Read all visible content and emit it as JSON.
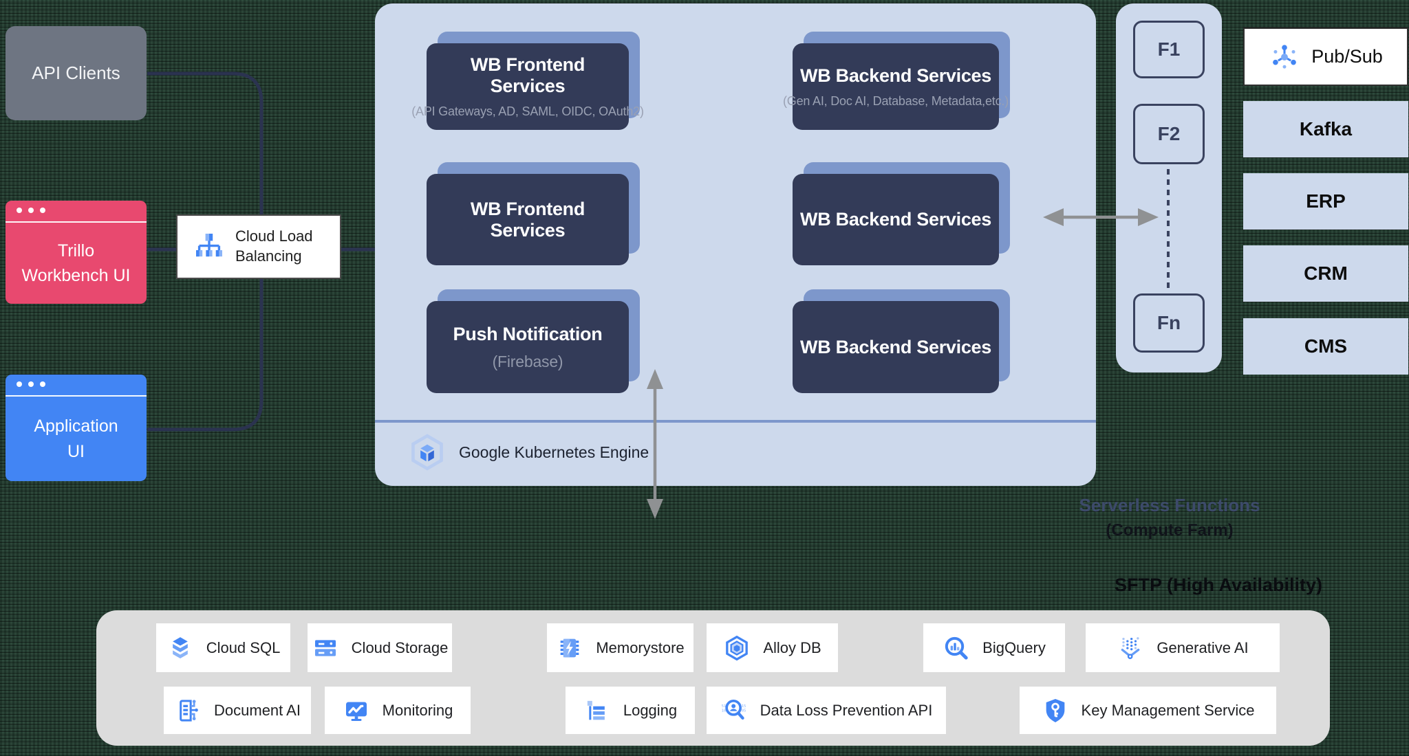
{
  "colors": {
    "background_green": "#2e4a3c",
    "cluster_blue": "#cdd9ec",
    "card_navy": "#333b58",
    "card_shadow_periwinkle": "#7d97cb",
    "accent_blue": "#4285f4",
    "client_gray": "#6e7582",
    "client_pink": "#e8496f",
    "client_blue": "#4285f4",
    "connector_navy": "#2b3350",
    "arrow_gray": "#8f9193",
    "panel_gray": "#dcdcdc"
  },
  "clients": {
    "api": "API Clients",
    "trillo_line1": "Trillo",
    "trillo_line2": "Workbench UI",
    "app_line1": "Application",
    "app_line2": "UI"
  },
  "load_balancer": {
    "label": "Cloud Load Balancing",
    "icon": "cloud-load-balancing-icon"
  },
  "cluster": {
    "platform_label": "Google Kubernetes Engine",
    "platform_icon": "gke-icon",
    "cards": [
      {
        "title": "WB Frontend Services",
        "subtitle": "(API Gateways, AD, SAML, OIDC, OAuth2)"
      },
      {
        "title": "WB Backend Services",
        "subtitle": "(Gen AI, Doc AI, Database, Metadata,etc.)"
      },
      {
        "title": "WB Frontend Services"
      },
      {
        "title": "WB Backend Services"
      },
      {
        "title": "Push Notification",
        "subtitle": "(Firebase)"
      },
      {
        "title": "WB Backend Services"
      }
    ]
  },
  "serverless": {
    "f1": "F1",
    "f2": "F2",
    "fn": "Fn",
    "title": "Serverless Functions",
    "subtitle": "(Compute Farm)"
  },
  "external": [
    {
      "label": "Pub/Sub",
      "icon": "pubsub-icon"
    },
    {
      "label": "Kafka"
    },
    {
      "label": "ERP"
    },
    {
      "label": "CRM"
    },
    {
      "label": "CMS"
    }
  ],
  "sftp_label": "SFTP (High Availability)",
  "services_row1": [
    {
      "label": "Cloud SQL",
      "icon": "cloud-sql-icon"
    },
    {
      "label": "Cloud Storage",
      "icon": "cloud-storage-icon"
    },
    {
      "label": "Memorystore",
      "icon": "memorystore-icon"
    },
    {
      "label": "Alloy DB",
      "icon": "alloydb-icon"
    },
    {
      "label": "BigQuery",
      "icon": "bigquery-icon"
    },
    {
      "label": "Generative AI",
      "icon": "generative-ai-icon"
    }
  ],
  "services_row2": [
    {
      "label": "Document AI",
      "icon": "document-ai-icon"
    },
    {
      "label": "Monitoring",
      "icon": "monitoring-icon"
    },
    {
      "label": "Logging",
      "icon": "logging-icon"
    },
    {
      "label": "Data Loss Prevention API",
      "icon": "dlp-icon"
    },
    {
      "label": "Key Management Service",
      "icon": "kms-icon"
    }
  ]
}
